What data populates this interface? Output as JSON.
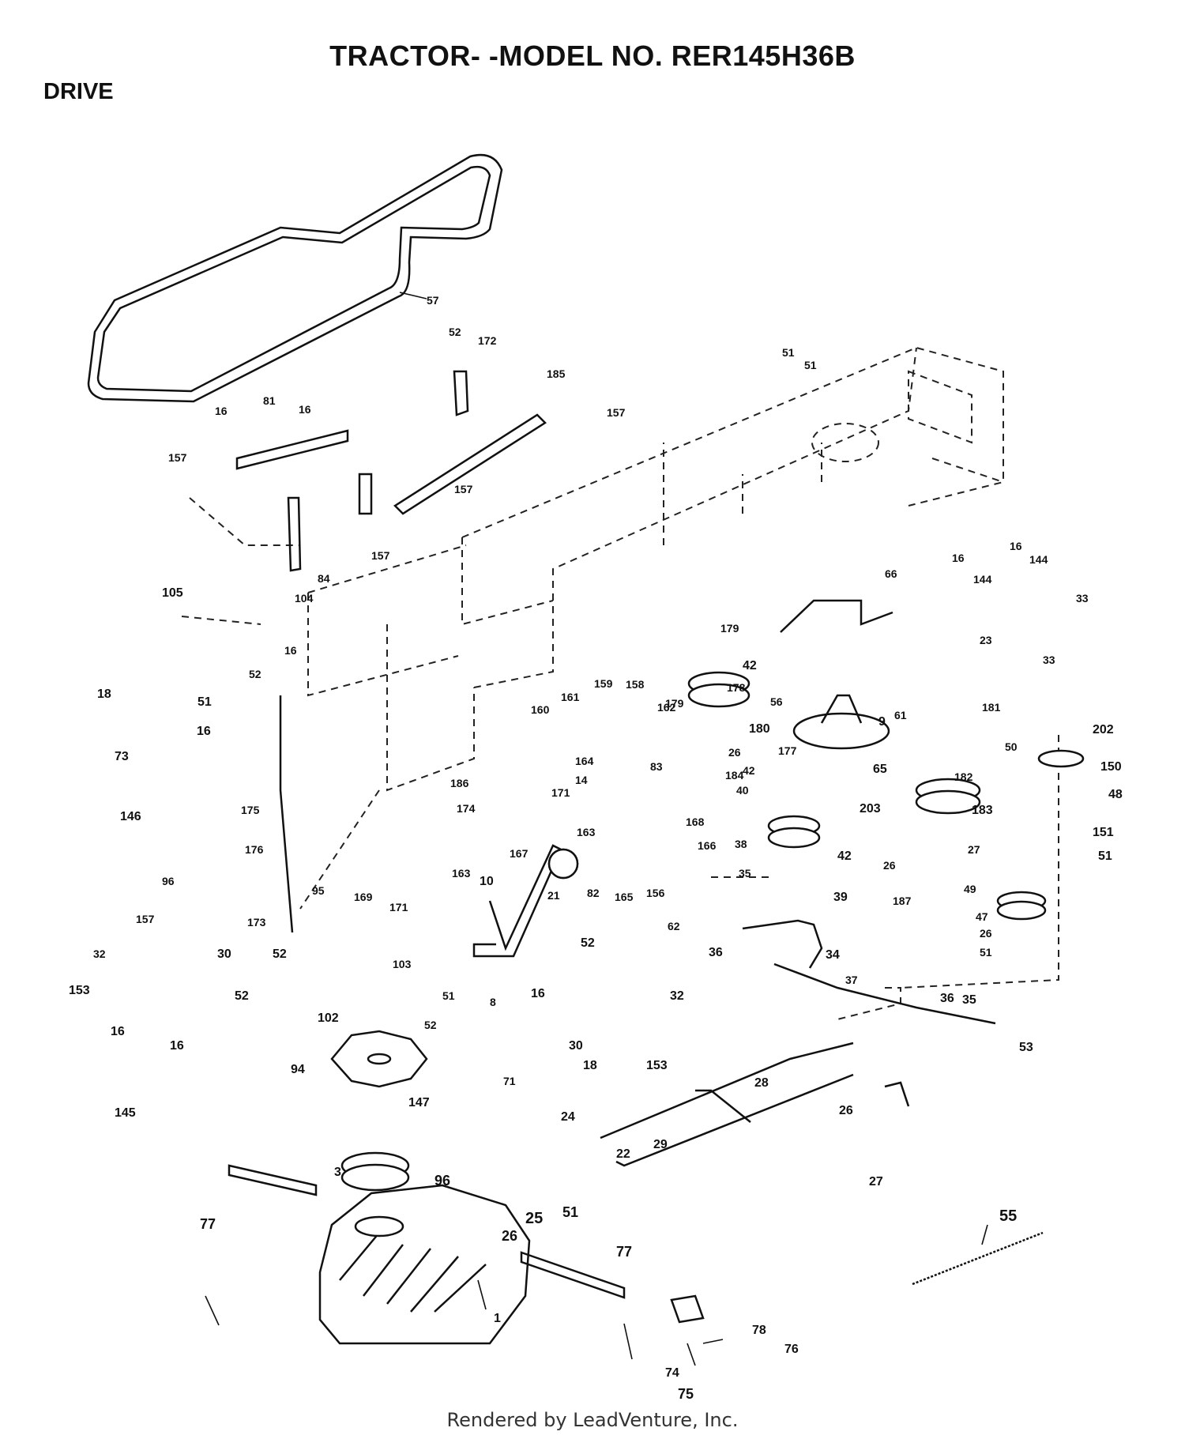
{
  "header": {
    "title": "TRACTOR- -MODEL NO. RER145H36B",
    "section": "DRIVE"
  },
  "footer": {
    "credit": "Rendered by LeadVenture, Inc."
  },
  "callouts": [
    {
      "id": "57",
      "label": "57"
    },
    {
      "id": "52a",
      "label": "52"
    },
    {
      "id": "172",
      "label": "172"
    },
    {
      "id": "185",
      "label": "185"
    },
    {
      "id": "51a",
      "label": "51"
    },
    {
      "id": "51b",
      "label": "51"
    },
    {
      "id": "16a",
      "label": "16"
    },
    {
      "id": "81",
      "label": "81"
    },
    {
      "id": "16b",
      "label": "16"
    },
    {
      "id": "157a",
      "label": "157"
    },
    {
      "id": "157b",
      "label": "157"
    },
    {
      "id": "157c",
      "label": "157"
    },
    {
      "id": "157d",
      "label": "157"
    },
    {
      "id": "84",
      "label": "84"
    },
    {
      "id": "105",
      "label": "105"
    },
    {
      "id": "104",
      "label": "104"
    },
    {
      "id": "16c",
      "label": "16"
    },
    {
      "id": "52b",
      "label": "52"
    },
    {
      "id": "66",
      "label": "66"
    },
    {
      "id": "16d",
      "label": "16"
    },
    {
      "id": "16e",
      "label": "16"
    },
    {
      "id": "144a",
      "label": "144"
    },
    {
      "id": "144b",
      "label": "144"
    },
    {
      "id": "33a",
      "label": "33"
    },
    {
      "id": "23",
      "label": "23"
    },
    {
      "id": "33b",
      "label": "33"
    },
    {
      "id": "179a",
      "label": "179"
    },
    {
      "id": "42a",
      "label": "42"
    },
    {
      "id": "178",
      "label": "178"
    },
    {
      "id": "56",
      "label": "56"
    },
    {
      "id": "179b",
      "label": "179"
    },
    {
      "id": "180",
      "label": "180"
    },
    {
      "id": "9",
      "label": "9"
    },
    {
      "id": "61",
      "label": "61"
    },
    {
      "id": "181",
      "label": "181"
    },
    {
      "id": "18a",
      "label": "18"
    },
    {
      "id": "51c",
      "label": "51"
    },
    {
      "id": "16f",
      "label": "16"
    },
    {
      "id": "73",
      "label": "73"
    },
    {
      "id": "146",
      "label": "146"
    },
    {
      "id": "161",
      "label": "161"
    },
    {
      "id": "159",
      "label": "159"
    },
    {
      "id": "158",
      "label": "158"
    },
    {
      "id": "160",
      "label": "160"
    },
    {
      "id": "162",
      "label": "162"
    },
    {
      "id": "26a",
      "label": "26"
    },
    {
      "id": "177",
      "label": "177"
    },
    {
      "id": "184",
      "label": "184"
    },
    {
      "id": "65",
      "label": "65"
    },
    {
      "id": "50",
      "label": "50"
    },
    {
      "id": "202",
      "label": "202"
    },
    {
      "id": "150",
      "label": "150"
    },
    {
      "id": "182",
      "label": "182"
    },
    {
      "id": "164",
      "label": "164"
    },
    {
      "id": "14",
      "label": "14"
    },
    {
      "id": "171a",
      "label": "171"
    },
    {
      "id": "83",
      "label": "83"
    },
    {
      "id": "42b",
      "label": "42"
    },
    {
      "id": "40",
      "label": "40"
    },
    {
      "id": "203",
      "label": "203"
    },
    {
      "id": "183",
      "label": "183"
    },
    {
      "id": "48",
      "label": "48"
    },
    {
      "id": "186",
      "label": "186"
    },
    {
      "id": "174",
      "label": "174"
    },
    {
      "id": "163a",
      "label": "163"
    },
    {
      "id": "163b",
      "label": "163"
    },
    {
      "id": "167",
      "label": "167"
    },
    {
      "id": "168",
      "label": "168"
    },
    {
      "id": "166",
      "label": "166"
    },
    {
      "id": "38",
      "label": "38"
    },
    {
      "id": "42c",
      "label": "42"
    },
    {
      "id": "27a",
      "label": "27"
    },
    {
      "id": "26b",
      "label": "26"
    },
    {
      "id": "151",
      "label": "151"
    },
    {
      "id": "51d",
      "label": "51"
    },
    {
      "id": "175",
      "label": "175"
    },
    {
      "id": "176",
      "label": "176"
    },
    {
      "id": "96a",
      "label": "96"
    },
    {
      "id": "169",
      "label": "169"
    },
    {
      "id": "171b",
      "label": "171"
    },
    {
      "id": "10",
      "label": "10"
    },
    {
      "id": "82",
      "label": "82"
    },
    {
      "id": "165",
      "label": "165"
    },
    {
      "id": "156",
      "label": "156"
    },
    {
      "id": "21",
      "label": "21"
    },
    {
      "id": "35a",
      "label": "35"
    },
    {
      "id": "39",
      "label": "39"
    },
    {
      "id": "187",
      "label": "187"
    },
    {
      "id": "49",
      "label": "49"
    },
    {
      "id": "47",
      "label": "47"
    },
    {
      "id": "95",
      "label": "95"
    },
    {
      "id": "157e",
      "label": "157"
    },
    {
      "id": "173",
      "label": "173"
    },
    {
      "id": "52c",
      "label": "52"
    },
    {
      "id": "62",
      "label": "62"
    },
    {
      "id": "36a",
      "label": "36"
    },
    {
      "id": "26c",
      "label": "26"
    },
    {
      "id": "51e",
      "label": "51"
    },
    {
      "id": "32a",
      "label": "32"
    },
    {
      "id": "30a",
      "label": "30"
    },
    {
      "id": "153a",
      "label": "153"
    },
    {
      "id": "52d",
      "label": "52"
    },
    {
      "id": "16g",
      "label": "16"
    },
    {
      "id": "16h",
      "label": "16"
    },
    {
      "id": "103",
      "label": "103"
    },
    {
      "id": "52e",
      "label": "52"
    },
    {
      "id": "16i",
      "label": "16"
    },
    {
      "id": "32b",
      "label": "32"
    },
    {
      "id": "34",
      "label": "34"
    },
    {
      "id": "8",
      "label": "8"
    },
    {
      "id": "37",
      "label": "37"
    },
    {
      "id": "102",
      "label": "102"
    },
    {
      "id": "51f",
      "label": "51"
    },
    {
      "id": "30b",
      "label": "30"
    },
    {
      "id": "36b",
      "label": "36"
    },
    {
      "id": "35b",
      "label": "35"
    },
    {
      "id": "52f",
      "label": "52"
    },
    {
      "id": "153b",
      "label": "153"
    },
    {
      "id": "53",
      "label": "53"
    },
    {
      "id": "94",
      "label": "94"
    },
    {
      "id": "18b",
      "label": "18"
    },
    {
      "id": "71",
      "label": "71"
    },
    {
      "id": "28",
      "label": "28"
    },
    {
      "id": "147",
      "label": "147"
    },
    {
      "id": "145",
      "label": "145"
    },
    {
      "id": "26d",
      "label": "26"
    },
    {
      "id": "24",
      "label": "24"
    },
    {
      "id": "22",
      "label": "22"
    },
    {
      "id": "29",
      "label": "29"
    },
    {
      "id": "3",
      "label": "3"
    },
    {
      "id": "27b",
      "label": "27"
    },
    {
      "id": "96b",
      "label": "96"
    },
    {
      "id": "55",
      "label": "55"
    },
    {
      "id": "77a",
      "label": "77"
    },
    {
      "id": "25",
      "label": "25"
    },
    {
      "id": "51g",
      "label": "51"
    },
    {
      "id": "26e",
      "label": "26"
    },
    {
      "id": "77b",
      "label": "77"
    },
    {
      "id": "1",
      "label": "1"
    },
    {
      "id": "78",
      "label": "78"
    },
    {
      "id": "76",
      "label": "76"
    },
    {
      "id": "74",
      "label": "74"
    },
    {
      "id": "75",
      "label": "75"
    }
  ]
}
